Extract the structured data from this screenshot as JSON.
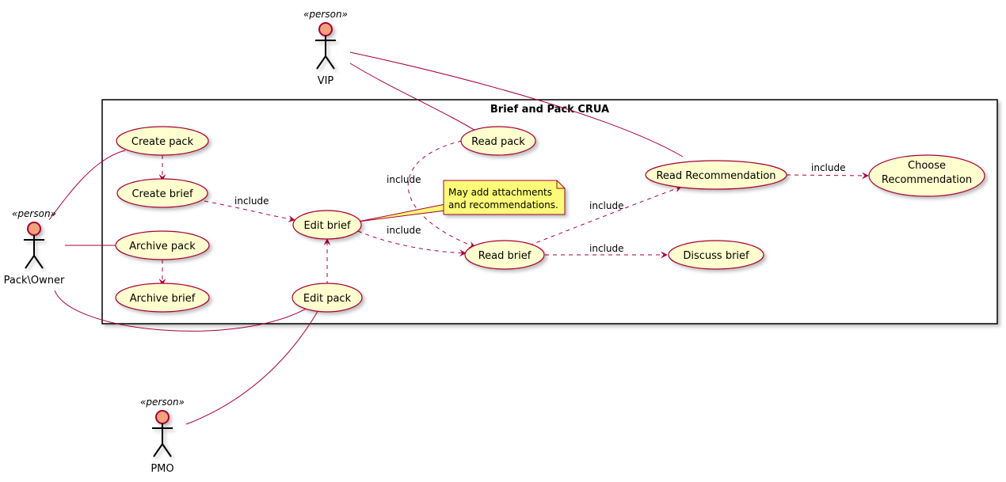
{
  "diagram": {
    "system_title": "Brief and Pack CRUA",
    "colors": {
      "usecase_fill": "#FEFECE",
      "line": "#A80036",
      "actor_head": "#F4A27C",
      "note_fill": "#FBFB77",
      "frame": "#000000"
    },
    "actors": [
      {
        "id": "vip",
        "stereotype": "«person»",
        "name": "VIP"
      },
      {
        "id": "owner",
        "stereotype": "«person»",
        "name": "Pack\\Owner"
      },
      {
        "id": "pmo",
        "stereotype": "«person»",
        "name": "PMO"
      }
    ],
    "usecases": [
      {
        "id": "create_pack",
        "lines": [
          "Create pack"
        ]
      },
      {
        "id": "create_brief",
        "lines": [
          "Create brief"
        ]
      },
      {
        "id": "archive_pack",
        "lines": [
          "Archive pack"
        ]
      },
      {
        "id": "archive_brief",
        "lines": [
          "Archive brief"
        ]
      },
      {
        "id": "edit_brief",
        "lines": [
          "Edit brief"
        ]
      },
      {
        "id": "edit_pack",
        "lines": [
          "Edit pack"
        ]
      },
      {
        "id": "read_pack",
        "lines": [
          "Read pack"
        ]
      },
      {
        "id": "read_brief",
        "lines": [
          "Read brief"
        ]
      },
      {
        "id": "read_recommendation",
        "lines": [
          "Read Recommendation"
        ]
      },
      {
        "id": "choose_recommendation",
        "lines": [
          "Choose",
          "Recommendation"
        ]
      },
      {
        "id": "discuss_brief",
        "lines": [
          "Discuss brief"
        ]
      }
    ],
    "relation_label": "include",
    "note": {
      "lines": [
        "May add attachments",
        "and recommendations."
      ]
    }
  }
}
